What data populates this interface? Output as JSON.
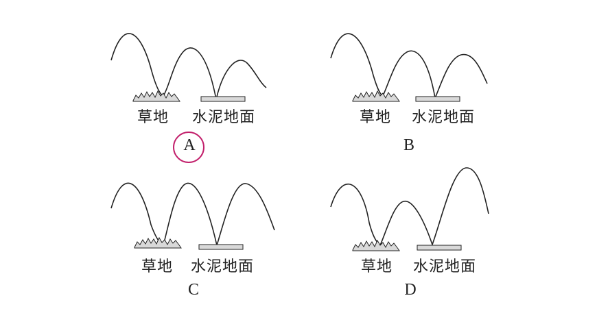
{
  "options": [
    {
      "letter": "A",
      "grass_label": "草地",
      "concrete_label": "水泥地面",
      "selected": true
    },
    {
      "letter": "B",
      "grass_label": "草地",
      "concrete_label": "水泥地面",
      "selected": false
    },
    {
      "letter": "C",
      "grass_label": "草地",
      "concrete_label": "水泥地面",
      "selected": false
    },
    {
      "letter": "D",
      "grass_label": "草地",
      "concrete_label": "水泥地面",
      "selected": false
    }
  ],
  "colors": {
    "curve": "#222222",
    "surface_fill": "#d9d9d9",
    "highlight": "#c21f6b"
  }
}
